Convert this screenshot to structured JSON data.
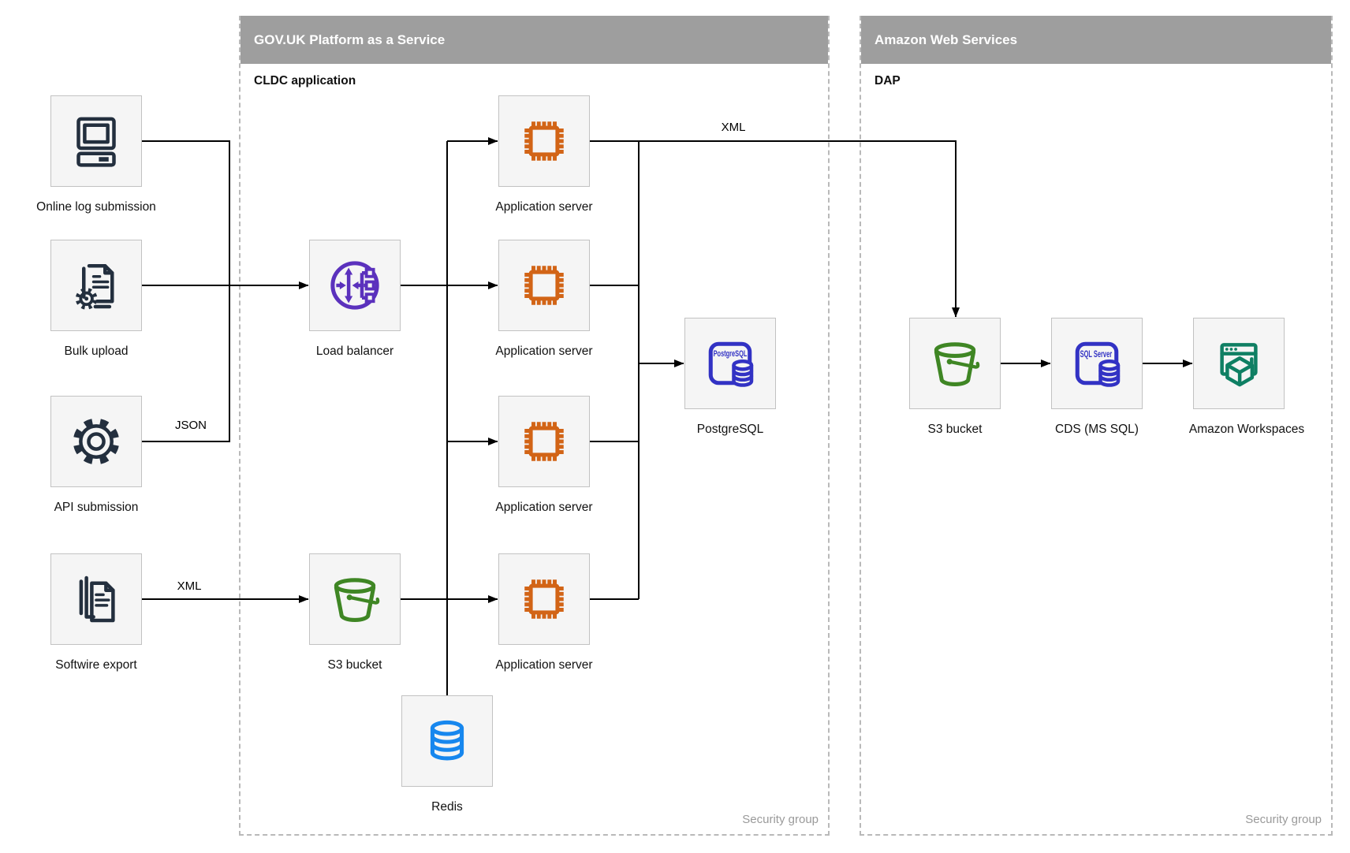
{
  "groups": {
    "paas": {
      "title": "GOV.UK Platform as a Service",
      "sublabel": "CLDC application",
      "footer": "Security group"
    },
    "aws": {
      "title": "Amazon Web Services",
      "sublabel": "DAP",
      "footer": "Security group"
    }
  },
  "nodes": {
    "online_log": {
      "label": "Online log submission",
      "icon": "desktop-computer-icon"
    },
    "bulk_upload": {
      "label": "Bulk upload",
      "icon": "document-gear-icon"
    },
    "api_submission": {
      "label": "API submission",
      "icon": "gear-icon"
    },
    "softwire_export": {
      "label": "Softwire export",
      "icon": "document-stack-icon"
    },
    "load_balancer": {
      "label": "Load balancer",
      "icon": "load-balancer-icon"
    },
    "s3_paas": {
      "label": "S3 bucket",
      "icon": "s3-bucket-icon"
    },
    "app_server_1": {
      "label": "Application server",
      "icon": "cpu-chip-icon"
    },
    "app_server_2": {
      "label": "Application server",
      "icon": "cpu-chip-icon"
    },
    "app_server_3": {
      "label": "Application server",
      "icon": "cpu-chip-icon"
    },
    "app_server_4": {
      "label": "Application server",
      "icon": "cpu-chip-icon"
    },
    "redis": {
      "label": "Redis",
      "icon": "database-cylinder-icon"
    },
    "postgresql": {
      "label": "PostgreSQL",
      "icon": "postgresql-database-icon"
    },
    "s3_aws": {
      "label": "S3 bucket",
      "icon": "s3-bucket-icon"
    },
    "cds": {
      "label": "CDS (MS SQL)",
      "icon": "sql-server-database-icon"
    },
    "workspaces": {
      "label": "Amazon Workspaces",
      "icon": "amazon-workspaces-icon"
    }
  },
  "edge_labels": {
    "json": "JSON",
    "xml_softwire": "XML",
    "xml_to_aws": "XML"
  },
  "icon_text": {
    "postgresql": "PostgreSQL",
    "sql_server": "SQL Server"
  },
  "colors": {
    "header_bar": "#9e9e9e",
    "header_text": "#ffffff",
    "box_fill": "#f5f5f5",
    "box_border": "#c2c2c2",
    "edge": "#000000",
    "dashed_border": "#b9b9b9",
    "security_group_text": "#9a9a9a",
    "icon_navy": "#232f3e",
    "icon_purple": "#5b31bd",
    "icon_orange": "#d26416",
    "icon_green": "#3f8624",
    "icon_blue": "#1787ee",
    "icon_indigo": "#3232c4",
    "icon_teal": "#0f7f63"
  }
}
